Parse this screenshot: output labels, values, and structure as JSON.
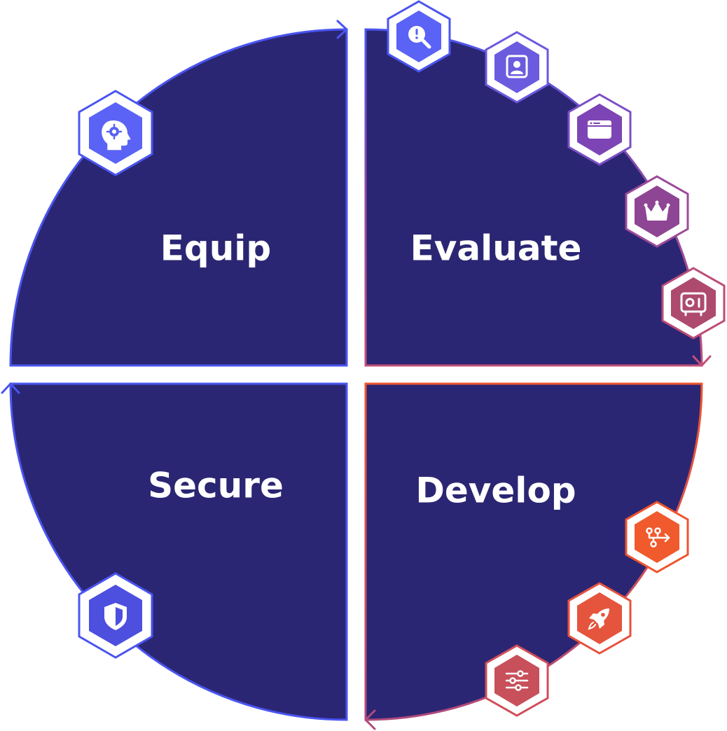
{
  "quadrants": [
    {
      "id": "equip",
      "label": "Equip"
    },
    {
      "id": "evaluate",
      "label": "Evaluate"
    },
    {
      "id": "secure",
      "label": "Secure"
    },
    {
      "id": "develop",
      "label": "Develop"
    }
  ],
  "icons": {
    "equip": [
      "head-gear-icon"
    ],
    "evaluate": [
      "search-alert-icon",
      "person-badge-icon",
      "browser-window-icon",
      "crown-icon",
      "safe-vault-icon"
    ],
    "develop": [
      "git-flow-icon",
      "rocket-icon",
      "sliders-icon"
    ],
    "secure": [
      "shield-icon"
    ]
  },
  "colors": {
    "quadrant_fill": "#2b2673",
    "ring_blue": "#4a55f0",
    "ring_purple": "#7c4fc4",
    "ring_magenta": "#b04a7e",
    "ring_orange": "#f0542d",
    "ring_red": "#e84f3e",
    "icon_blue": "#5a63f5",
    "icon_indigo": "#5b5be0",
    "icon_violet": "#6e4fcf",
    "icon_purple": "#7d44b5",
    "icon_plum": "#8e4594",
    "icon_rose": "#ad4a6e",
    "icon_orange": "#f05a2d",
    "icon_coral": "#e5553d",
    "icon_red": "#c8505a"
  }
}
